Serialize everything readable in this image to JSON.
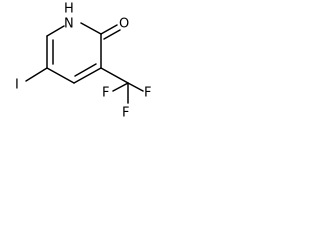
{
  "molecule": {
    "atoms": {
      "nh": "H",
      "n": "N",
      "o": "O",
      "i": "I",
      "f1": "F",
      "f2": "F",
      "f3": "F"
    }
  }
}
